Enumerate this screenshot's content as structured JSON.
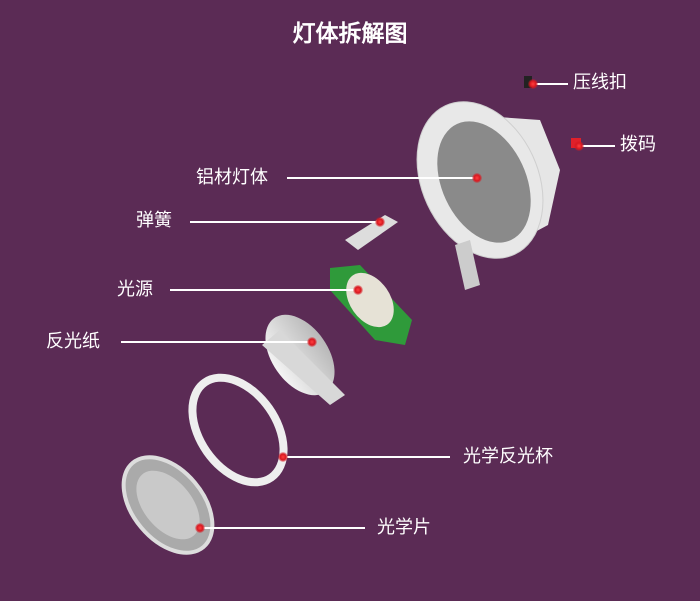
{
  "title": "灯体拆解图",
  "labels": {
    "cable_clamp": "压线扣",
    "dip_switch": "拨码",
    "aluminum_body": "铝材灯体",
    "spring": "弹簧",
    "light_source": "光源",
    "reflective_paper": "反光纸",
    "optical_reflector_cup": "光学反光杯",
    "optical_lens": "光学片"
  },
  "colors": {
    "background": "#5b2b55",
    "marker": "#e0202a",
    "line": "#ffffff"
  }
}
